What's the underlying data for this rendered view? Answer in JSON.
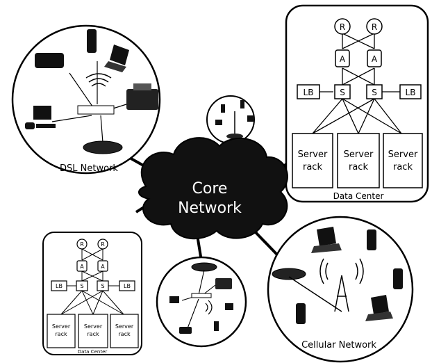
{
  "core": {
    "line1": "Core",
    "line2": "Network"
  },
  "dsl": {
    "label": "DSL Network"
  },
  "cellular": {
    "label": "Cellular Network"
  },
  "dc_large": {
    "title": "Data Center",
    "router": "R",
    "agg": "A",
    "switch": "S",
    "lb": "LB",
    "rack_line1": "Server",
    "rack_line2": "rack"
  },
  "dc_small": {
    "title": "Data Center",
    "router": "R",
    "agg": "A",
    "switch": "S",
    "lb": "LB",
    "rack_line1": "Server",
    "rack_line2": "rack"
  },
  "colors": {
    "ink": "#000000",
    "paper": "#ffffff",
    "cloud": "#111111"
  }
}
